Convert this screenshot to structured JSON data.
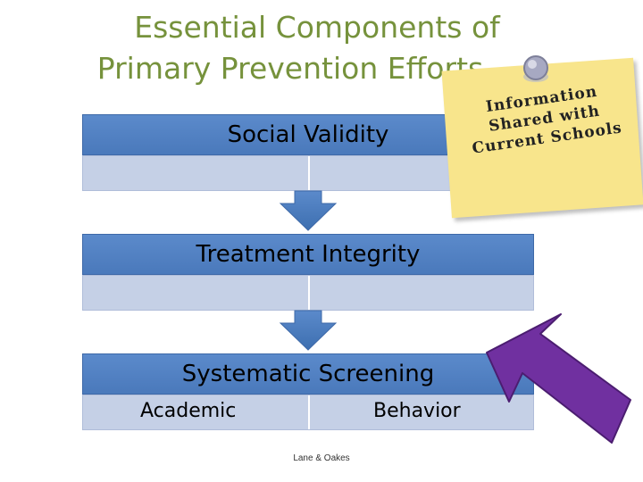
{
  "title": {
    "line1": "Essential Components of",
    "line2": "Primary Prevention Efforts"
  },
  "boxes": [
    {
      "label": "Social Validity"
    },
    {
      "label": "Treatment Integrity"
    },
    {
      "label": "Systematic Screening",
      "left_item": "Academic",
      "right_item": "Behavior"
    }
  ],
  "note": {
    "text": "Information Shared with Current Schools",
    "color": "#f8e58c"
  },
  "credit": "Lane & Oakes",
  "colors": {
    "title": "#76923c",
    "box_header": "#4f81bd",
    "box_row": "#c5d0e6",
    "arrow_down": "#4f81bd",
    "pointer_arrow": "#7030a0"
  },
  "icons": {
    "pin": "push-pin-icon"
  }
}
